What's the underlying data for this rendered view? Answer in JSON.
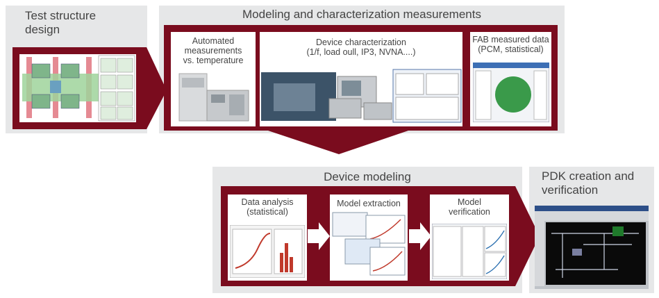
{
  "stages": {
    "test_structure": {
      "title_line1": "Test structure",
      "title_line2": "design"
    },
    "modeling": {
      "title": "Modeling and characterization measurements",
      "cards": {
        "automated": {
          "line1": "Automated",
          "line2": "measurements",
          "line3": "vs. temperature"
        },
        "device_char": {
          "line1": "Device characterization",
          "line2": "(1/f, load oull, IP3, NVNA....)"
        },
        "fab": {
          "line1": "FAB measured data",
          "line2": "(PCM, statistical)"
        }
      }
    },
    "device_modeling": {
      "title": "Device modeling",
      "cards": {
        "data_analysis": {
          "line1": "Data analysis",
          "line2": "(statistical)"
        },
        "model_extraction": {
          "line1": "Model extraction"
        },
        "model_verification": {
          "line1": "Model",
          "line2": "verification"
        }
      }
    },
    "pdk": {
      "title_line1": "PDK creation and",
      "title_line2": "verification"
    }
  },
  "colors": {
    "accent": "#7a0c1e",
    "panel": "#e6e7e8",
    "text": "#444444"
  }
}
